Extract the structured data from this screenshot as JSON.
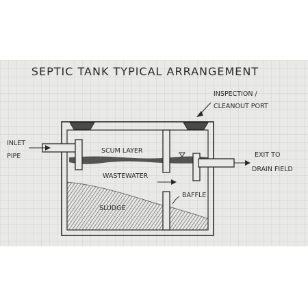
{
  "title": "SEPTIC TANK TYPICAL ARRANGEMENT",
  "labels": {
    "inspection_line1": "INSPECTION /",
    "inspection_line2": "CLEANOUT PORT",
    "inlet_line1": "INLET",
    "inlet_line2": "PIPE",
    "scum_layer": "SCUM LAYER",
    "wastewater": "WASTEWATER",
    "sludge": "SLUDGE",
    "baffle": "BAFFLE",
    "exit_line1": "EXIT TO",
    "exit_line2": "DRAIN FIELD"
  },
  "colors": {
    "paper": "#e9e9e7",
    "grid": "#c9c9c7",
    "ink": "#2a2a2a",
    "sludge_shade": "#7f7f7f",
    "scum_shade": "#3a3a3a"
  }
}
